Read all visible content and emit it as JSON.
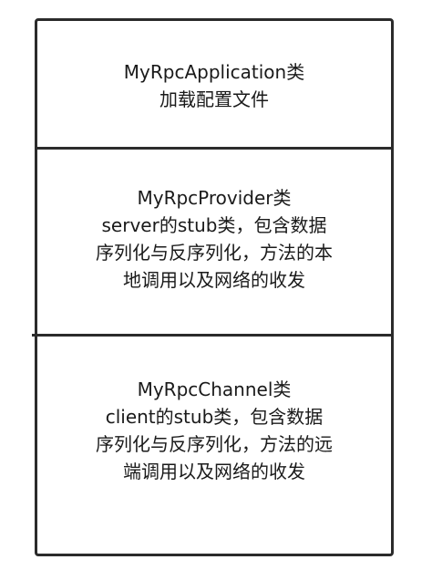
{
  "sections": [
    {
      "lines": [
        "MyRpcApplication类",
        "加载配置文件"
      ]
    },
    {
      "lines": [
        "MyRpcProvider类",
        "server的stub类，包含数据",
        "序列化与反序列化，方法的本",
        "地调用以及网络的收发"
      ]
    },
    {
      "lines": [
        "MyRpcChannel类",
        "client的stub类，包含数据",
        "序列化与反序列化，方法的远",
        "端调用以及网络的收发"
      ]
    }
  ]
}
